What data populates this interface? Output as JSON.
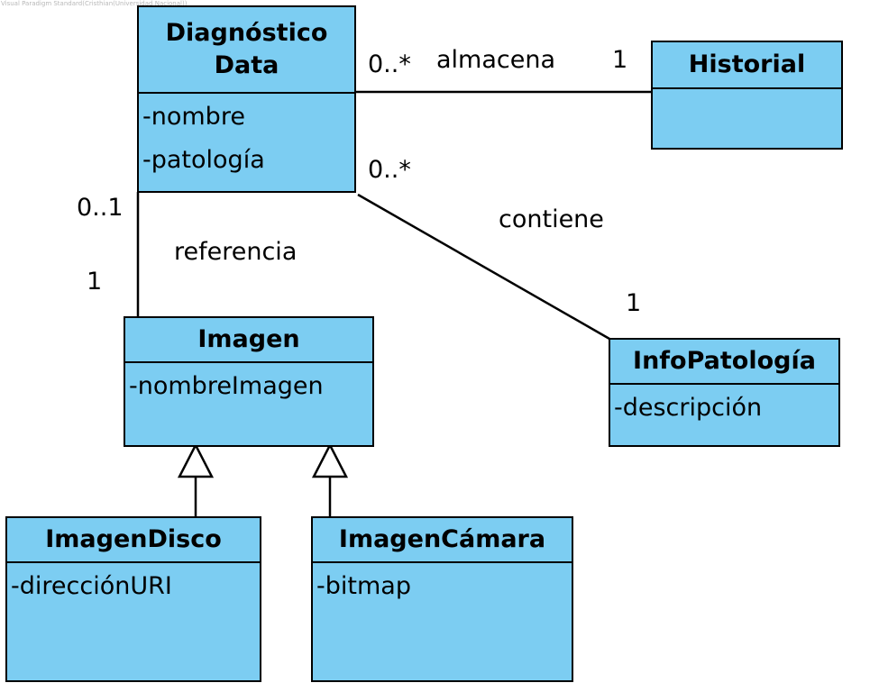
{
  "watermark": "Visual Paradigm Standard(Cristhian(Universidad Nacional))",
  "classes": {
    "diagnostico": {
      "name": "Diagnóstico Data",
      "attributes": [
        "-nombre",
        "-patología"
      ]
    },
    "historial": {
      "name": "Historial",
      "attributes": []
    },
    "imagen": {
      "name": "Imagen",
      "attributes": [
        "-nombreImagen"
      ]
    },
    "infopatologia": {
      "name": "InfoPatología",
      "attributes": [
        "-descripción"
      ]
    },
    "imagendisco": {
      "name": "ImagenDisco",
      "attributes": [
        "-direcciónURI"
      ]
    },
    "imagencamara": {
      "name": "ImagenCámara",
      "attributes": [
        "-bitmap"
      ]
    }
  },
  "associations": {
    "almacena": {
      "label": "almacena",
      "source_mult": "0..*",
      "target_mult": "1"
    },
    "contiene": {
      "label": "contiene",
      "source_mult": "0..*",
      "target_mult": "1"
    },
    "referencia": {
      "label": "referencia",
      "source_mult": "0..1",
      "target_mult": "1"
    }
  },
  "colors": {
    "class_fill": "#7ccdf2",
    "stroke": "#000000"
  }
}
